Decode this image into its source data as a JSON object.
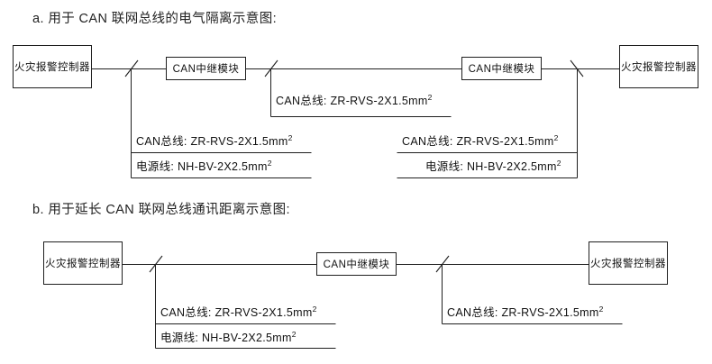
{
  "document": {
    "captions": {
      "a": "a. 用于 CAN 联网总线的电气隔离示意图:",
      "b": "b. 用于延长 CAN 联网总线通讯距离示意图:"
    },
    "colors": {
      "line": "#1f1f1f",
      "text": "#111111",
      "background": "#ffffff"
    }
  },
  "diagram_a": {
    "title": "a. 用于 CAN 联网总线的电气隔离示意图:",
    "nodes": [
      {
        "id": "a-fire-panel-left",
        "label": "火灾报警控制器",
        "type": "controller"
      },
      {
        "id": "a-can-repeater-left",
        "label": "CAN中继模块",
        "type": "repeater"
      },
      {
        "id": "a-can-repeater-right",
        "label": "CAN中继模块",
        "type": "repeater"
      },
      {
        "id": "a-fire-panel-right",
        "label": "火灾报警控制器",
        "type": "controller"
      }
    ],
    "annotations": [
      {
        "id": "a-mid-bus",
        "lines": [
          {
            "name": "CAN总线:",
            "spec": "ZR-RVS-2X1.5mm",
            "exp": "2"
          }
        ]
      },
      {
        "id": "a-left-group",
        "lines": [
          {
            "name": "CAN总线:",
            "spec": "ZR-RVS-2X1.5mm",
            "exp": "2"
          },
          {
            "name": "电源线:",
            "spec": "NH-BV-2X2.5mm",
            "exp": "2"
          }
        ]
      },
      {
        "id": "a-right-group",
        "lines": [
          {
            "name": "CAN总线:",
            "spec": "ZR-RVS-2X1.5mm",
            "exp": "2"
          },
          {
            "name": "电源线:",
            "spec": "NH-BV-2X2.5mm",
            "exp": "2"
          }
        ]
      }
    ]
  },
  "diagram_b": {
    "title": "b. 用于延长 CAN 联网总线通讯距离示意图:",
    "nodes": [
      {
        "id": "b-fire-panel-left",
        "label": "火灾报警控制器",
        "type": "controller"
      },
      {
        "id": "b-can-repeater",
        "label": "CAN中继模块",
        "type": "repeater"
      },
      {
        "id": "b-fire-panel-right",
        "label": "火灾报警控制器",
        "type": "controller"
      }
    ],
    "annotations": [
      {
        "id": "b-left-group",
        "lines": [
          {
            "name": "CAN总线:",
            "spec": "ZR-RVS-2X1.5mm",
            "exp": "2"
          },
          {
            "name": "电源线:",
            "spec": "NH-BV-2X2.5mm",
            "exp": "2"
          }
        ]
      },
      {
        "id": "b-right-group",
        "lines": [
          {
            "name": "CAN总线:",
            "spec": "ZR-RVS-2X1.5mm",
            "exp": "2"
          }
        ]
      }
    ]
  }
}
